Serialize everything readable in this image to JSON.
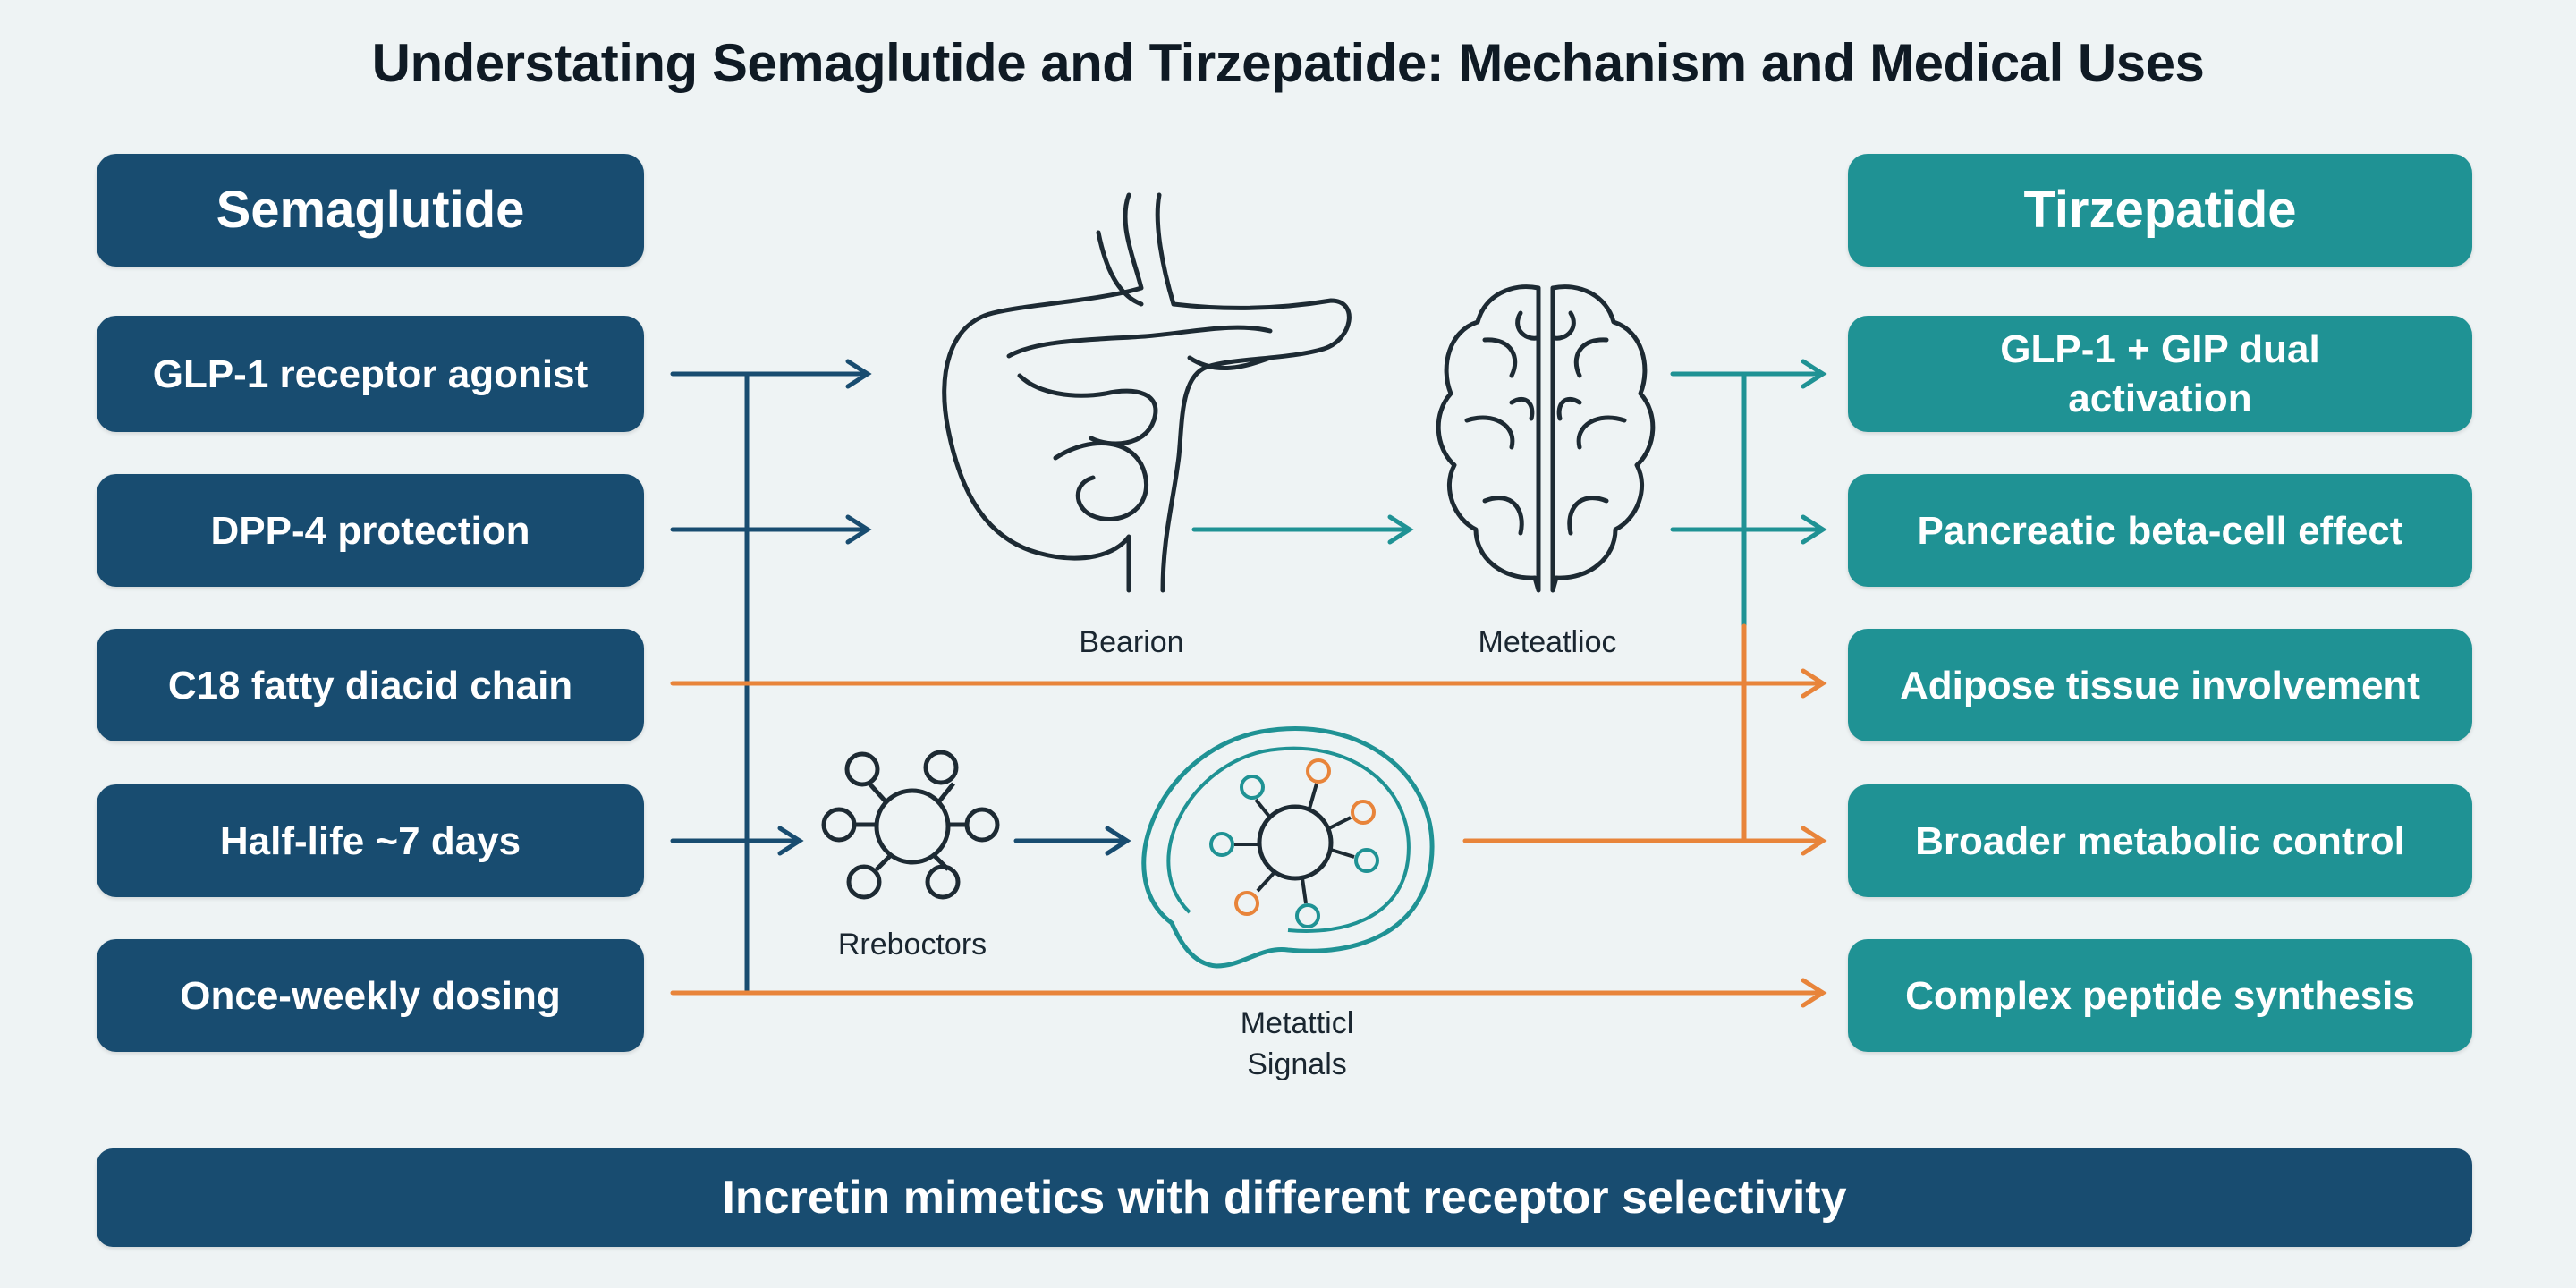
{
  "title": "Understating Semaglutide and Tirzepatide: Mechanism and Medical Uses",
  "semaglutide": {
    "header": "Semaglutide",
    "items": [
      "GLP-1 receptor agonist",
      "DPP-4 protection",
      "C18 fatty diacid chain",
      "Half-life ~7 days",
      "Once-weekly dosing"
    ]
  },
  "tirzepatide": {
    "header": "Tirzepatide",
    "items": [
      "GLP-1 + GIP dual activation",
      "Pancreatic beta-cell effect",
      "Adipose tissue involvement",
      "Broader metabolic control",
      "Complex peptide synthesis"
    ]
  },
  "center": {
    "stomach_label": "Bearion",
    "brain_label": "Meteatlioc",
    "receptors_label": "Rrebоctors",
    "signals_label_line1": "Metatticl",
    "signals_label_line2": "Signals"
  },
  "footer": "Incretin mimetics with different receptor selectivity",
  "colors": {
    "navy": "#184c70",
    "teal": "#1f9294",
    "orange": "#e8843a"
  }
}
